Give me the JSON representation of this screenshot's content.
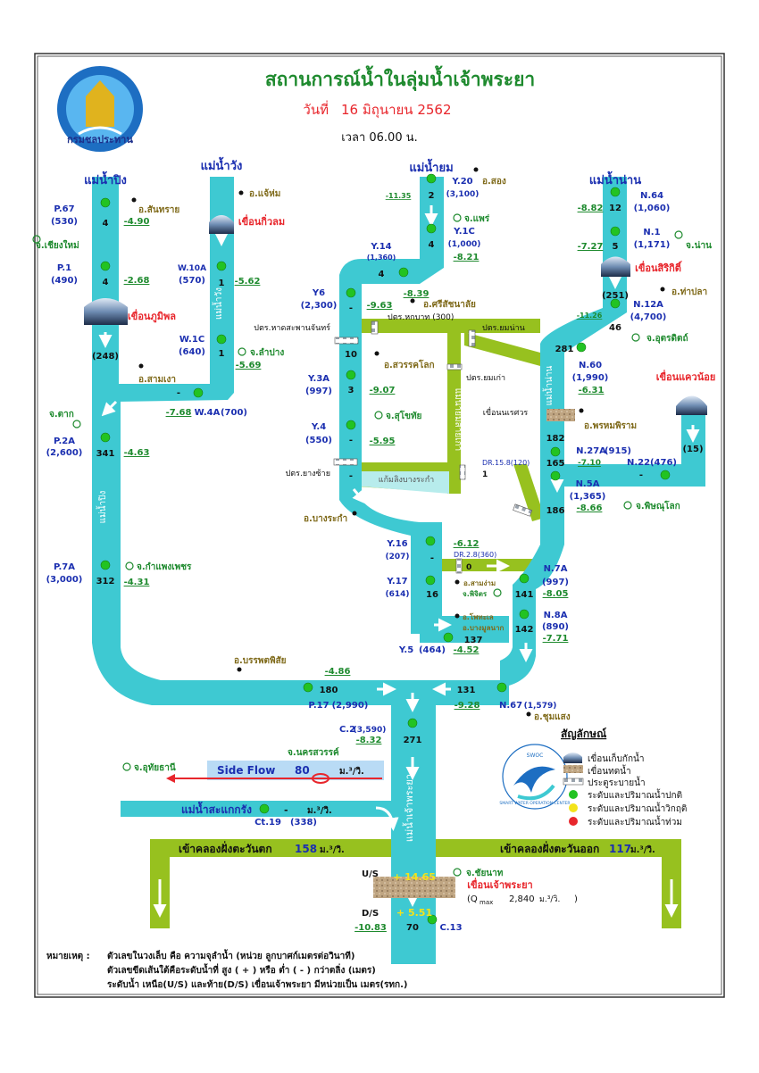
{
  "colors": {
    "river": "#3ec9d2",
    "canal": "#97c11f",
    "title": "#1e8a2e",
    "date": "#e8262c",
    "station": "#1b2fb0",
    "dam_label": "#e8262c",
    "district": "#7f6a1a",
    "province": "#1e8a2e",
    "normal": "#22c322",
    "warning": "#f3e31a",
    "critical": "#e8262c"
  },
  "header": {
    "title": "สถานการณ์น้ำในลุ่มน้ำเจ้าพระยา",
    "date_label": "วันที่",
    "date_value": "16 มิถุนายน 2562",
    "time": "เวลา 06.00 น.",
    "logo_text": "กรมชลประทาน"
  },
  "rivers": [
    {
      "name": "แม่น้ำปิง"
    },
    {
      "name": "แม่น้ำวัง"
    },
    {
      "name": "แม่น้ำยม"
    },
    {
      "name": "แม่น้ำน่าน"
    },
    {
      "name": "แม่น้ำสะแกกรัง"
    }
  ],
  "flow_labels": {
    "ping": "แม่น้ำปิง",
    "wang": "แม่น้ำวัง",
    "yom": "แม่น้ำยม",
    "nan": "แม่น้ำน่าน",
    "chaophraya": "แม่น้ำเจ้าพระยา",
    "yom_canal": "แม่น้ำยมสายเก่า",
    "nan_canal": "แม่น้ำน่านสายเก่า",
    "kaem_ling": "แก้มลิงบางระกำ"
  },
  "dams": {
    "bhumibol": "เขื่อนภูมิพล",
    "kiwlom": "เขื่อนกิ่วลม",
    "sirikit": "เขื่อนสิริกิติ์",
    "khwae_noi": "เขื่อนแควน้อย",
    "chaophraya": "เขื่อนเจ้าพระยา",
    "naresuan": "เขื่อนนเรศวร"
  },
  "stations": [
    {
      "code": "P.67",
      "q": "(530)",
      "value": "4",
      "level": "-4.90"
    },
    {
      "code": "P.1",
      "q": "(490)",
      "value": "4",
      "level": "-2.68"
    },
    {
      "code": "",
      "q": "",
      "value": "(248)",
      "level": ""
    },
    {
      "code": "P.2A",
      "q": "(2,600)",
      "value": "341",
      "level": "-4.63"
    },
    {
      "code": "P.7A",
      "q": "(3,000)",
      "value": "312",
      "level": "-4.31"
    },
    {
      "code": "W.10A",
      "q": "(570)",
      "value": "1",
      "level": "-5.62"
    },
    {
      "code": "W.1C",
      "q": "(640)",
      "value": "1",
      "level": "-5.69"
    },
    {
      "code": "W.4A",
      "q": "(700)",
      "value": "-",
      "level": "-7.68"
    },
    {
      "code": "Y.20",
      "q": "(3,100)",
      "value": "2",
      "level": "-11.35"
    },
    {
      "code": "Y.1C",
      "q": "(1,000)",
      "value": "4",
      "level": "-8.21"
    },
    {
      "code": "Y.14",
      "q": "(1,360)",
      "value": "4",
      "level": ""
    },
    {
      "code": "Y6",
      "q": "(2,300)",
      "value": "-",
      "level": "-9.63"
    },
    {
      "code": "",
      "q": "",
      "value": "10",
      "level": "-8.39"
    },
    {
      "code": "Y.3A",
      "q": "(997)",
      "value": "3",
      "level": "-9.07"
    },
    {
      "code": "Y.4",
      "q": "(550)",
      "value": "-",
      "level": "-5.95"
    },
    {
      "code": "",
      "q": "",
      "value": "-",
      "level": ""
    },
    {
      "code": "Y.16",
      "q": "(207)",
      "value": "-",
      "level": "-6.12"
    },
    {
      "code": "Y.17",
      "q": "(614)",
      "value": "16",
      "level": ""
    },
    {
      "code": "Y.5",
      "q": "(464)",
      "value": "137",
      "level": "-4.52"
    },
    {
      "code": "N.64",
      "q": "(1,060)",
      "value": "12",
      "level": "-8.82"
    },
    {
      "code": "N.1",
      "q": "(1,171)",
      "value": "5",
      "level": "-7.27"
    },
    {
      "code": "",
      "q": "",
      "value": "(251)",
      "level": ""
    },
    {
      "code": "N.12A",
      "q": "(4,700)",
      "value": "46",
      "level": "-11.26"
    },
    {
      "code": "",
      "q": "",
      "value": "281",
      "level": ""
    },
    {
      "code": "N.60",
      "q": "(1,990)",
      "value": "182",
      "level": "-6.31"
    },
    {
      "code": "N.27A",
      "q": "(915)",
      "value": "165",
      "level": "-7.10"
    },
    {
      "code": "N.22",
      "q": "(476)",
      "value": "-",
      "level": ""
    },
    {
      "code": "",
      "q": "",
      "value": "(15)",
      "level": ""
    },
    {
      "code": "N.5A",
      "q": "(1,365)",
      "value": "186",
      "level": "-8.66"
    },
    {
      "code": "N.7A",
      "q": "(997)",
      "value": "141",
      "level": "-8.05"
    },
    {
      "code": "N.8A",
      "q": "(890)",
      "value": "142",
      "level": "-7.71"
    },
    {
      "code": "N.67",
      "q": "(1,579)",
      "value": "131",
      "level": "-9.28"
    },
    {
      "code": "P.17",
      "q": "(2,990)",
      "value": "180",
      "level": "-4.86"
    },
    {
      "code": "C.2",
      "q": "(3,590)",
      "value": "271",
      "level": "-8.32"
    },
    {
      "code": "Ct.19",
      "q": "(338)",
      "value": "-",
      "level": ""
    },
    {
      "code": "C.13",
      "q": "",
      "value": "70",
      "level": "-10.83"
    }
  ],
  "gates": {
    "hat_saphan_chan": "ปตร.หาดสะพานจันทร์",
    "hok_bat": "ปตร.หกบาท (300)",
    "yom_nan": "ปตร.ยมน่าน",
    "yom_kao": "ปตร.ยมเก่า",
    "yang_sai": "ปตร.ยางซ้าย",
    "dr158": "DR.15.8(120)",
    "dr158_value": "1",
    "dr28": "DR.2.8(360)",
    "dr28_value": "0"
  },
  "places": {
    "san_sai": "อ.สันทราย",
    "chiang_mai": "จ.เชียงใหม่",
    "chae_hom": "อ.แจ้ห่ม",
    "lampang": "จ.ลำปาง",
    "sam_ngao": "อ.สามเงา",
    "tak": "จ.ตาก",
    "kamphaeng_phet": "จ.กำแพงเพชร",
    "song": "อ.สอง",
    "phrae": "จ.แพร่",
    "si_satchanalai": "อ.ศรีสัชนาลัย",
    "sawankhalok": "อ.สวรรคโลก",
    "sukhothai": "จ.สุโขทัย",
    "bang_rakam": "อ.บางระกำ",
    "nan": "จ.น่าน",
    "tha_pla": "อ.ท่าปลา",
    "uttaradit": "จ.อุตรดิตถ์",
    "phrom_phiram": "อ.พรหมพิราม",
    "phitsanulok": "จ.พิษณุโลก",
    "sam_ngam": "อ.สามง่าม",
    "phichit": "จ.พิจิตร",
    "pho_thale": "อ.โพทะเล",
    "bang_mun_nak": "อ.บางมูลนาก",
    "banphot_phisai": "อ.บรรพตพิสัย",
    "chum_saeng": "อ.ชุมแสง",
    "nakhon_sawan": "จ.นครสวรรค์",
    "uthai_thani": "จ.อุทัยธานี",
    "chai_nat": "จ.ชัยนาท"
  },
  "side_flow": {
    "label": "Side Flow",
    "value": "80",
    "unit": "ม.³/วิ."
  },
  "sakae_krang": {
    "label": "แม่น้ำสะแกกรัง",
    "value": "-",
    "unit": "ม.³/วิ."
  },
  "canal_west": {
    "label": "เข้าคลองฝั่งตะวันตก",
    "value": "158",
    "unit": "ม.³/วิ."
  },
  "canal_east": {
    "label": "เข้าคลองฝั่งตะวันออก",
    "value": "117",
    "unit": "ม.³/วิ."
  },
  "chaophraya_dam": {
    "us_label": "U/S",
    "us_value": "+ 14.65",
    "ds_label": "D/S",
    "ds_value": "+ 5.51",
    "qmax_prefix": "(Q",
    "qmax_sub": "max",
    "qmax_value": "2,840",
    "qmax_unit": "ม.³/วิ.",
    "qmax_suffix": ")"
  },
  "legend": {
    "title": "สัญลักษณ์",
    "items": [
      {
        "label": "เขื่อนเก็บกักน้ำ",
        "icon": "storage-dam-icon"
      },
      {
        "label": "เขื่อนทดน้ำ",
        "icon": "diversion-dam-icon"
      },
      {
        "label": "ประตูระบายน้ำ",
        "icon": "water-gate-icon"
      },
      {
        "label": "ระดับและปริมาณน้ำปกติ",
        "icon": "normal-dot-icon"
      },
      {
        "label": "ระดับและปริมาณน้ำวิกฤติ",
        "icon": "warning-dot-icon"
      },
      {
        "label": "ระดับและปริมาณน้ำท่วม",
        "icon": "critical-dot-icon"
      }
    ],
    "swoc_top": "SWOC",
    "swoc_ring": "SMART WATER OPERATION CENTER"
  },
  "notes": {
    "title": "หมายเหตุ :",
    "line1": "ตัวเลขในวงเล็บ คือ ความจุลำน้ำ (หน่วย ลูกบาศก์เมตรต่อวินาที)",
    "line2": "ตัวเลขขีดเส้นใต้คือระดับน้ำที่ สูง ( + ) หรือ ต่ำ ( - ) กว่าตลิ่ง (เมตร)",
    "line3": "ระดับน้ำ เหนือ(U/S) และท้าย(D/S) เขื่อนเจ้าพระยา มีหน่วยเป็น เมตร(รทก.)"
  }
}
